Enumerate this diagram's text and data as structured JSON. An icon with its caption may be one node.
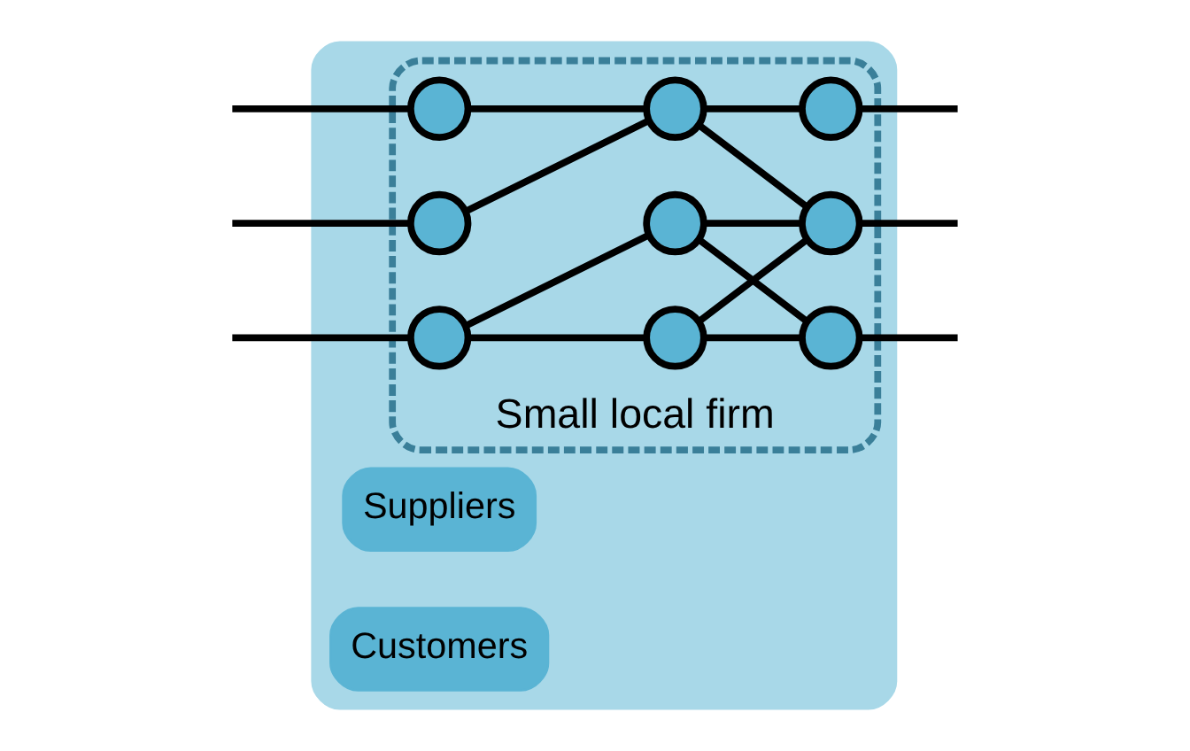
{
  "diagram": {
    "nodes": [
      {
        "text": [],
        "shape": "box"
      },
      {
        "text": [
          "Suppliers"
        ],
        "in": 0
      },
      {
        "text": [
          "Small local firm"
        ],
        "in": 0
      },
      {
        "text": [],
        "shape": "circle",
        "in": 2
      },
      {
        "text": [],
        "shape": "circle",
        "in": 2
      },
      {
        "text": [],
        "shape": "circle",
        "in": 2
      },
      {
        "text": [],
        "shape": "circle",
        "in": 2
      },
      {
        "text": [],
        "shape": "circle",
        "in": 2
      },
      {
        "text": [],
        "shape": "circle",
        "in": 2
      },
      {
        "text": [],
        "shape": "circle",
        "in": 2
      },
      {
        "text": [],
        "shape": "circle",
        "in": 2
      },
      {
        "text": [],
        "shape": "circle",
        "in": 2
      },
      {
        "text": [
          "Customers"
        ],
        "in": 0
      }
    ],
    "edges": [
      {
        "from": null,
        "to": 3,
        "arrow": "none"
      },
      {
        "from": null,
        "to": 6,
        "arrow": "none"
      },
      {
        "from": null,
        "to": 7,
        "arrow": "none"
      },
      {
        "from": 3,
        "to": 4,
        "arrow": "none"
      },
      {
        "from": 6,
        "to": 4,
        "arrow": "none"
      },
      {
        "from": 4,
        "to": 5,
        "arrow": "none"
      },
      {
        "from": 4,
        "to": 9,
        "arrow": "none"
      },
      {
        "from": 7,
        "to": 8,
        "arrow": "none"
      },
      {
        "from": 8,
        "to": 9,
        "arrow": "none"
      },
      {
        "from": 7,
        "to": 10,
        "arrow": "none"
      },
      {
        "from": 8,
        "to": 11,
        "arrow": "none"
      },
      {
        "from": 10,
        "to": 9,
        "arrow": "none"
      },
      {
        "from": 10,
        "to": 11,
        "arrow": "none"
      },
      {
        "from": 5,
        "to": null,
        "arrow": "none"
      },
      {
        "from": 9,
        "to": null,
        "arrow": "none"
      },
      {
        "from": 11,
        "to": null,
        "arrow": "none"
      }
    ]
  }
}
